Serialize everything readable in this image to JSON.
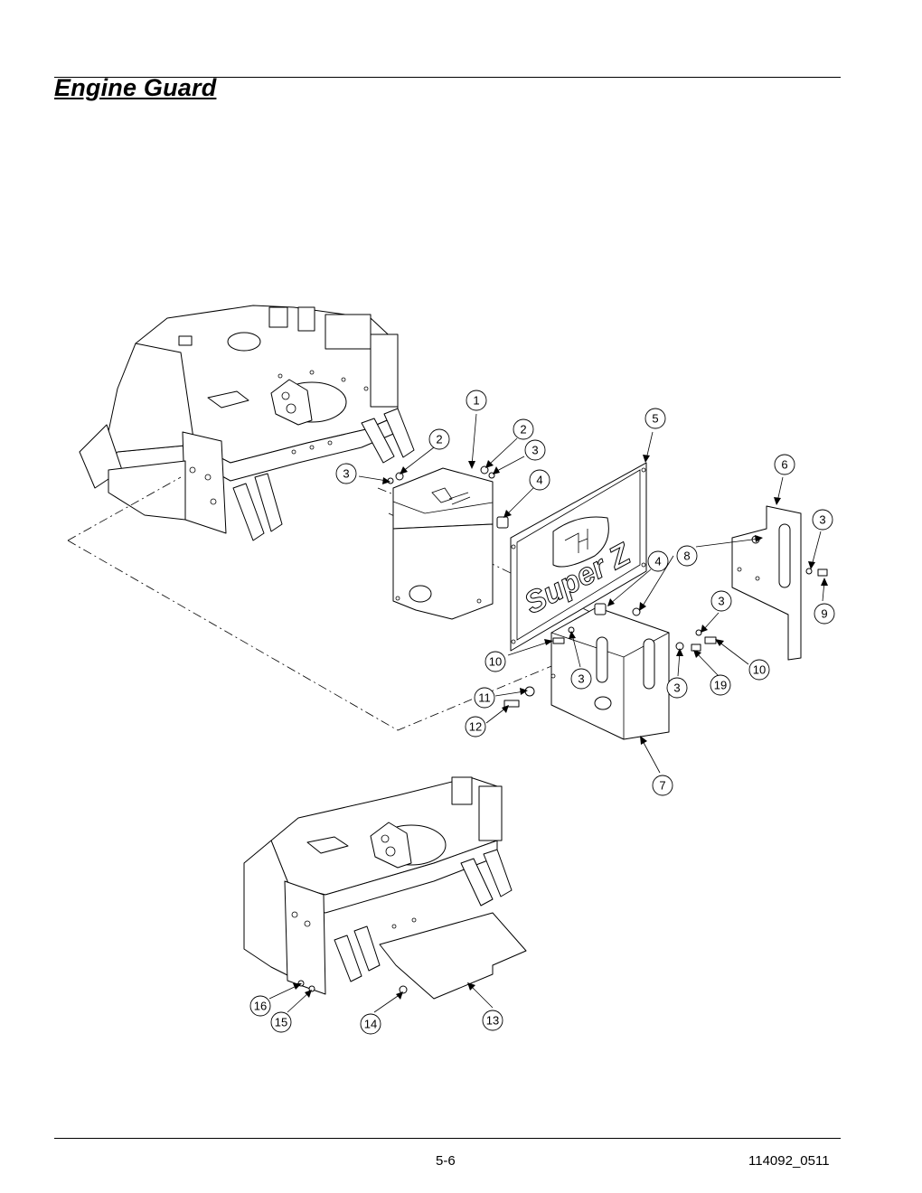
{
  "header": {
    "title": "Engine Guard"
  },
  "footer": {
    "page_number": "5-6",
    "document_number": "114092_0511"
  },
  "diagram": {
    "logo_text": "Super Z",
    "callouts": [
      "1",
      "2",
      "2",
      "3",
      "3",
      "3",
      "3",
      "3",
      "3",
      "4",
      "4",
      "5",
      "6",
      "7",
      "8",
      "9",
      "10",
      "10",
      "11",
      "12",
      "13",
      "14",
      "15",
      "16",
      "19"
    ]
  }
}
